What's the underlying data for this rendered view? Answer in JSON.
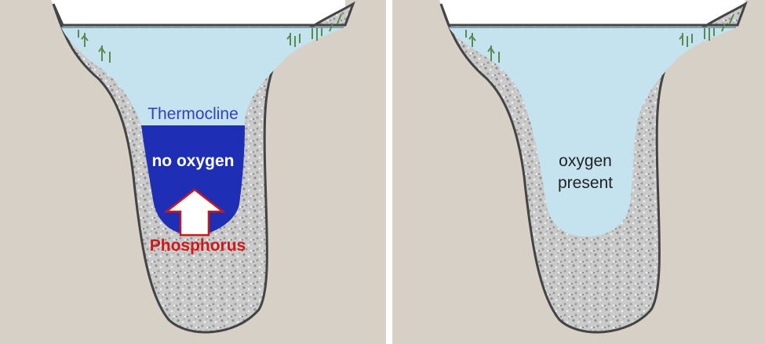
{
  "panels": {
    "stratified": {
      "thermocline_label": "Thermocline",
      "anoxic_label": "no oxygen",
      "nutrient_label": "Phosphorus"
    },
    "mixed": {
      "oxygen_label_line1": "oxygen",
      "oxygen_label_line2": "present"
    }
  },
  "colors": {
    "ground": "#d6d0c6",
    "gravel": "#c8c8c8",
    "gravel_outline": "#444444",
    "water": "#c5e3ef",
    "anoxic_water": "#1f2fb5",
    "thermocline_text": "#3340c0",
    "phosphorus_text": "#d01818",
    "arrow_fill": "#ffffff",
    "arrow_stroke": "#c81818",
    "plants": "#5a8a50"
  }
}
